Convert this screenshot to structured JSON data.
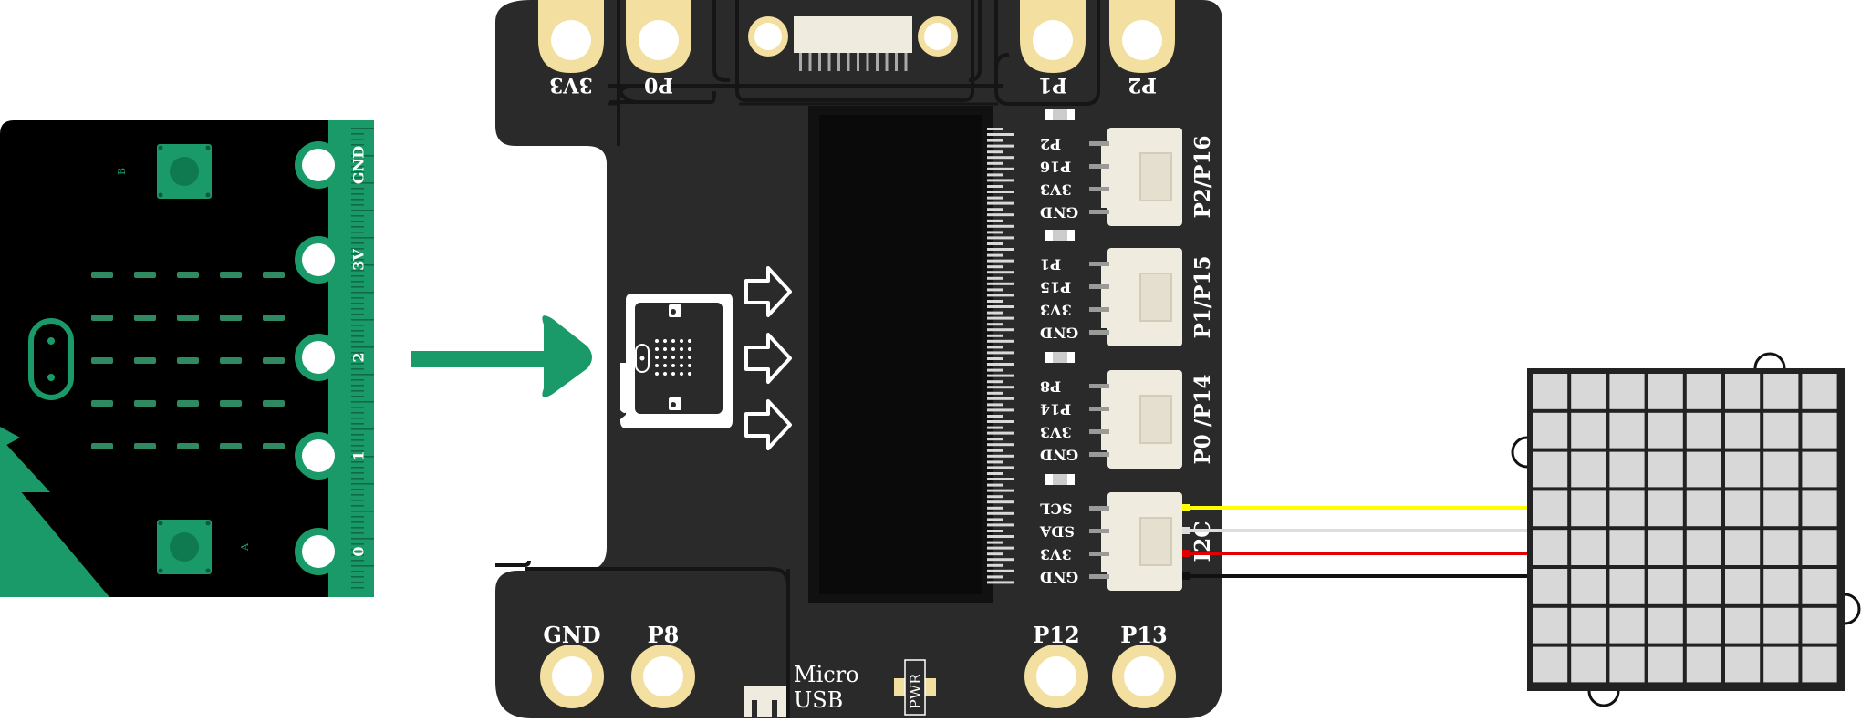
{
  "microbit": {
    "edge_labels": [
      "GND",
      "3V",
      "2",
      "1",
      "0"
    ],
    "button_labels": [
      "B",
      "A"
    ],
    "colors": {
      "board": "#000000",
      "pcb": "#1a9a68",
      "pad": "#ffffff",
      "led": "#2f8a62"
    }
  },
  "insert_arrow": {
    "icon": "right-arrow-icon",
    "color": "#1a9a68"
  },
  "expansion_board": {
    "top_pads": {
      "p3v3": "3V3",
      "p0": "P0",
      "p1": "P1",
      "p2": "P2"
    },
    "bottom_pads": {
      "gnd": "GND",
      "p8": "P8",
      "p12": "P12",
      "p13": "P13"
    },
    "micro_usb": {
      "line1": "Micro",
      "line2": "USB"
    },
    "pwr_label": "PWR",
    "connectors": [
      {
        "name": "P2/P16",
        "pins": [
          "P2",
          "P16",
          "3V3",
          "GND"
        ]
      },
      {
        "name": "P1/P15",
        "pins": [
          "P1",
          "P15",
          "3V3",
          "GND"
        ]
      },
      {
        "name": "P0 /P14",
        "pins": [
          "P8",
          "P14",
          "3V3",
          "GND"
        ]
      },
      {
        "name": "I2C",
        "pins": [
          "SCL",
          "SDA",
          "3V3",
          "GND"
        ]
      }
    ],
    "colors": {
      "board": "#2a2a2a",
      "pad": "#f3df9f",
      "connector": "#efebde"
    }
  },
  "wires": [
    {
      "pin": "SCL",
      "color": "#ffff00"
    },
    {
      "pin": "SDA",
      "color": "#dddddd"
    },
    {
      "pin": "3V3",
      "color": "#e00000"
    },
    {
      "pin": "GND",
      "color": "#111111"
    }
  ],
  "led_matrix": {
    "rows": 8,
    "cols": 8,
    "colors": {
      "frame": "#222222",
      "cell": "#d8d8d8"
    }
  }
}
